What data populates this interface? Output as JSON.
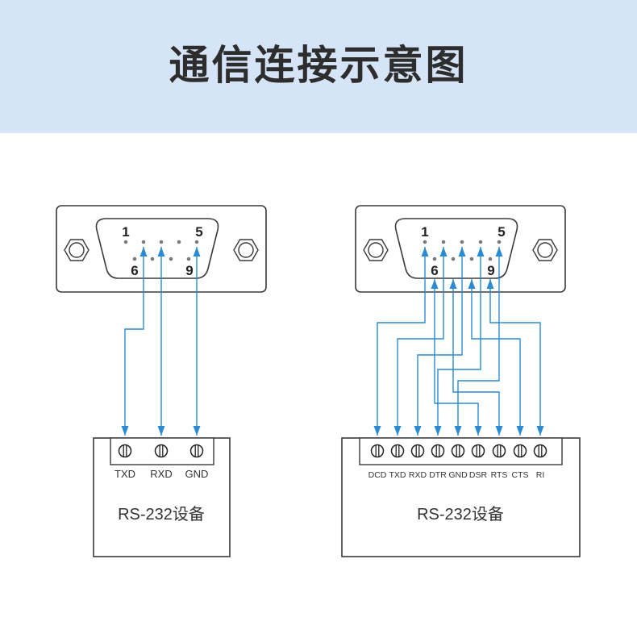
{
  "title": "通信连接示意图",
  "colors": {
    "banner": "#d6e4f7",
    "wire": "#2b8ad2",
    "outline": "#3a3a3a"
  },
  "diagrams": [
    {
      "connector": {
        "pin_labels": {
          "top_left": "1",
          "top_right": "5",
          "bottom_left": "6",
          "bottom_right": "9"
        }
      },
      "terminals": [
        {
          "label": "TXD",
          "pin": 2
        },
        {
          "label": "RXD",
          "pin": 3
        },
        {
          "label": "GND",
          "pin": 5
        }
      ],
      "device_label": "RS-232设备"
    },
    {
      "connector": {
        "pin_labels": {
          "top_left": "1",
          "top_right": "5",
          "bottom_left": "6",
          "bottom_right": "9"
        }
      },
      "terminals": [
        {
          "label": "DCD",
          "pin": 1
        },
        {
          "label": "TXD",
          "pin": 2
        },
        {
          "label": "RXD",
          "pin": 3
        },
        {
          "label": "DTR",
          "pin": 4
        },
        {
          "label": "GND",
          "pin": 5
        },
        {
          "label": "DSR",
          "pin": 6
        },
        {
          "label": "RTS",
          "pin": 7
        },
        {
          "label": "CTS",
          "pin": 8
        },
        {
          "label": "RI",
          "pin": 9
        }
      ],
      "device_label": "RS-232设备"
    }
  ]
}
